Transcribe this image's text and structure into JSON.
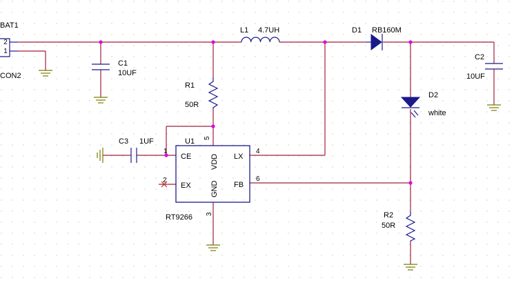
{
  "components": {
    "bat1": {
      "ref": "BAT1",
      "type": "CON2",
      "pins": [
        "2",
        "1"
      ]
    },
    "c1": {
      "ref": "C1",
      "value": "10UF"
    },
    "c2": {
      "ref": "C2",
      "value": "10UF"
    },
    "c3": {
      "ref": "C3",
      "value": "1UF"
    },
    "l1": {
      "ref": "L1",
      "value": "4.7UH"
    },
    "r1": {
      "ref": "R1",
      "value": "50R"
    },
    "r2": {
      "ref": "R2",
      "value": "50R"
    },
    "d1": {
      "ref": "D1",
      "value": "RB160M"
    },
    "d2": {
      "ref": "D2",
      "value": "white"
    },
    "u1": {
      "ref": "U1",
      "part": "RT9266",
      "pins": {
        "ce": {
          "name": "CE",
          "num": "1"
        },
        "ex": {
          "name": "EX",
          "num": "2"
        },
        "gnd": {
          "name": "GND",
          "num": "3"
        },
        "lx": {
          "name": "LX",
          "num": "4"
        },
        "vdd": {
          "name": "VDD",
          "num": "5"
        },
        "fb": {
          "name": "FB",
          "num": "6"
        }
      }
    }
  },
  "colors": {
    "wire": "#a01e3c",
    "component": "#1a1a8a",
    "ground": "#7a7a00",
    "junction": "#e000e0",
    "grid_dot": "#c8c8c8"
  }
}
